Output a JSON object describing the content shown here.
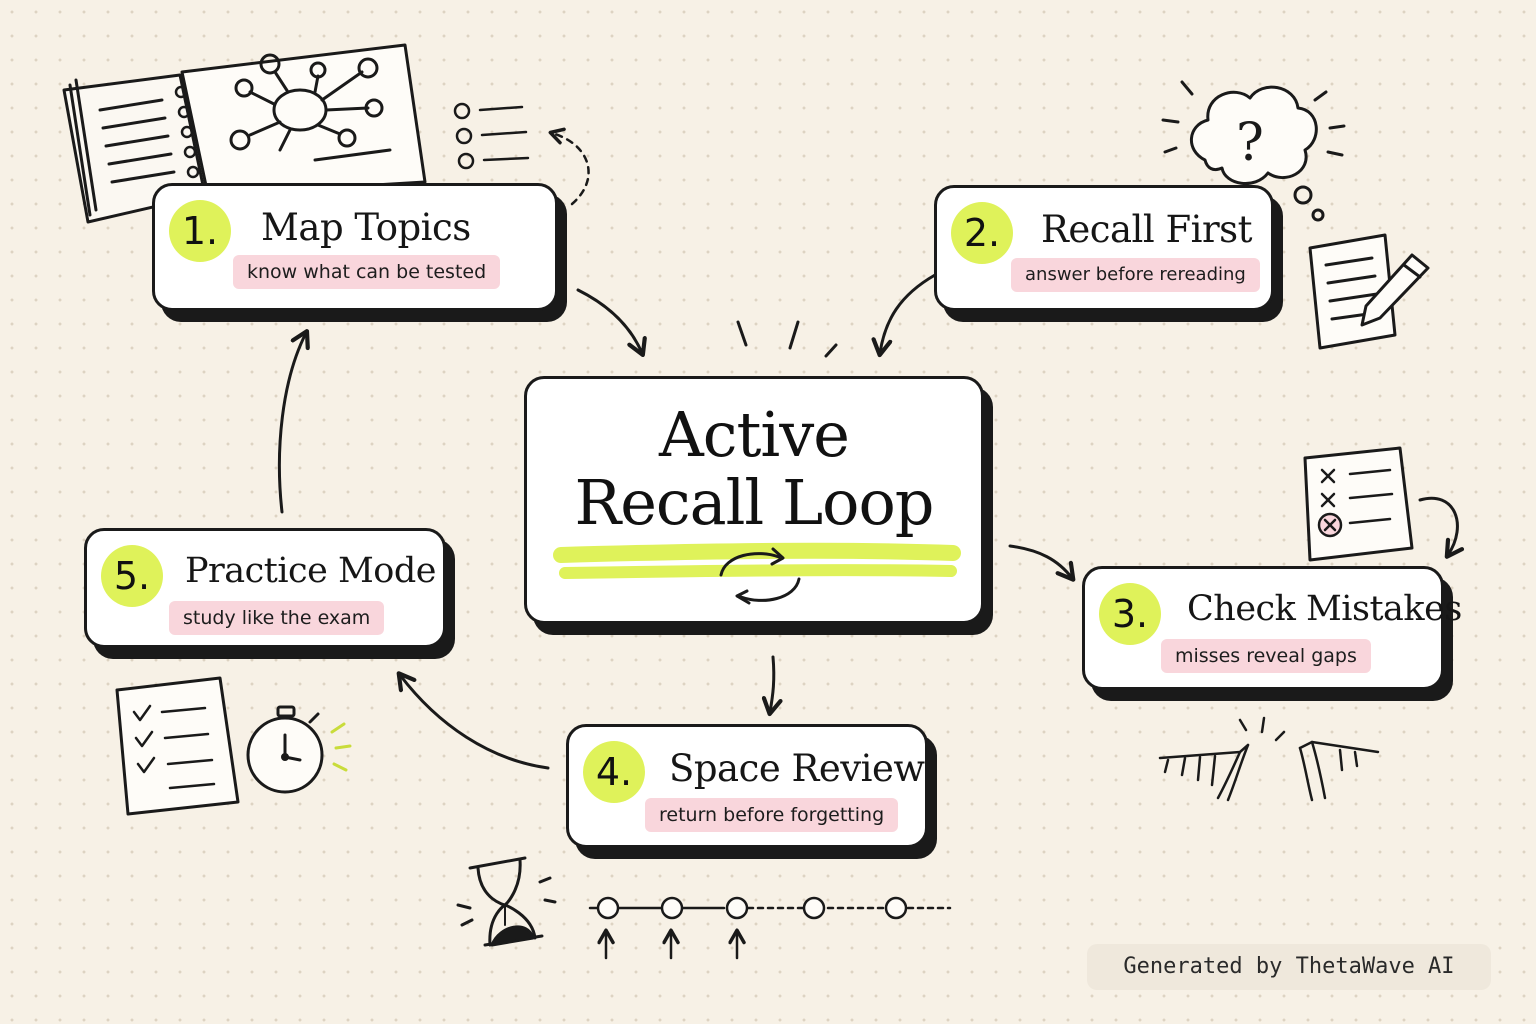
{
  "diagram": {
    "title_line1": "Active",
    "title_line2": "Recall Loop",
    "steps": [
      {
        "number": "1.",
        "title": "Map Topics",
        "subtitle": "know what can be tested"
      },
      {
        "number": "2.",
        "title": "Recall First",
        "subtitle": "answer before rereading"
      },
      {
        "number": "3.",
        "title": "Check Mistakes",
        "subtitle": "misses reveal gaps"
      },
      {
        "number": "4.",
        "title": "Space Review",
        "subtitle": "return before forgetting"
      },
      {
        "number": "5.",
        "title": "Practice Mode",
        "subtitle": "study like the exam"
      }
    ],
    "thought_bubble_mark": "?"
  },
  "footer": {
    "credit": "Generated by ThetaWave AI"
  },
  "colors": {
    "background": "#f7f1e6",
    "ink": "#1a1a1a",
    "highlight_green": "#dff25a",
    "highlight_pink": "#f9d6dc",
    "card": "#ffffff"
  },
  "icons": [
    "notebook-mindmap-icon",
    "bullet-list-icon",
    "thought-bubble-question-icon",
    "notes-pencil-icon",
    "mistakes-checklist-icon",
    "cliff-gap-icon",
    "hourglass-icon",
    "spaced-timeline-icon",
    "checklist-icon",
    "stopwatch-icon",
    "refresh-cycle-icon"
  ]
}
